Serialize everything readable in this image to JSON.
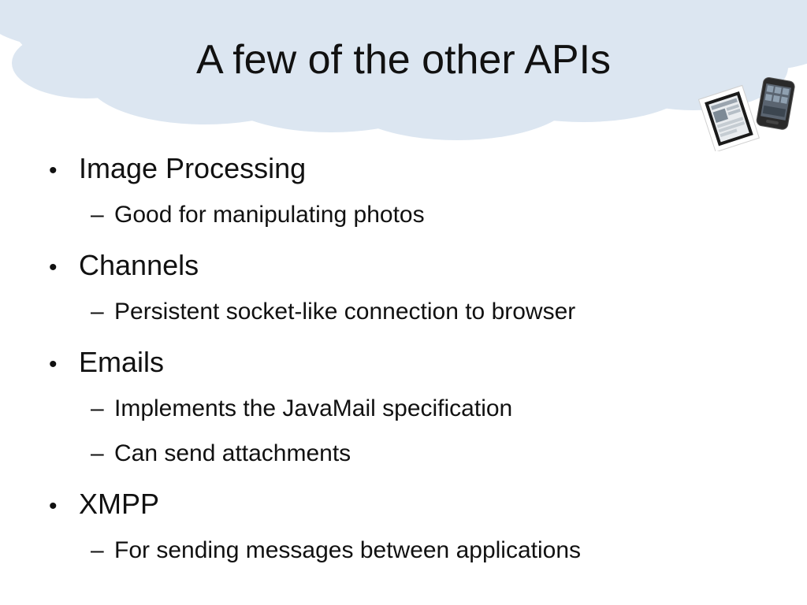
{
  "slide": {
    "title": "A few of the other APIs",
    "colors": {
      "cloud": "#dce6f1",
      "text": "#111111",
      "background": "#ffffff"
    },
    "icons": [
      "tablet-icon",
      "smartphone-icon"
    ],
    "bullet_glyph": "•",
    "dash_glyph": "–",
    "items": [
      {
        "label": "Image Processing",
        "subitems": [
          "Good for manipulating photos"
        ]
      },
      {
        "label": "Channels",
        "subitems": [
          "Persistent socket-like connection to browser"
        ]
      },
      {
        "label": "Emails",
        "subitems": [
          "Implements the JavaMail specification",
          "Can send attachments"
        ]
      },
      {
        "label": "XMPP",
        "subitems": [
          "For sending messages between applications"
        ]
      }
    ]
  }
}
